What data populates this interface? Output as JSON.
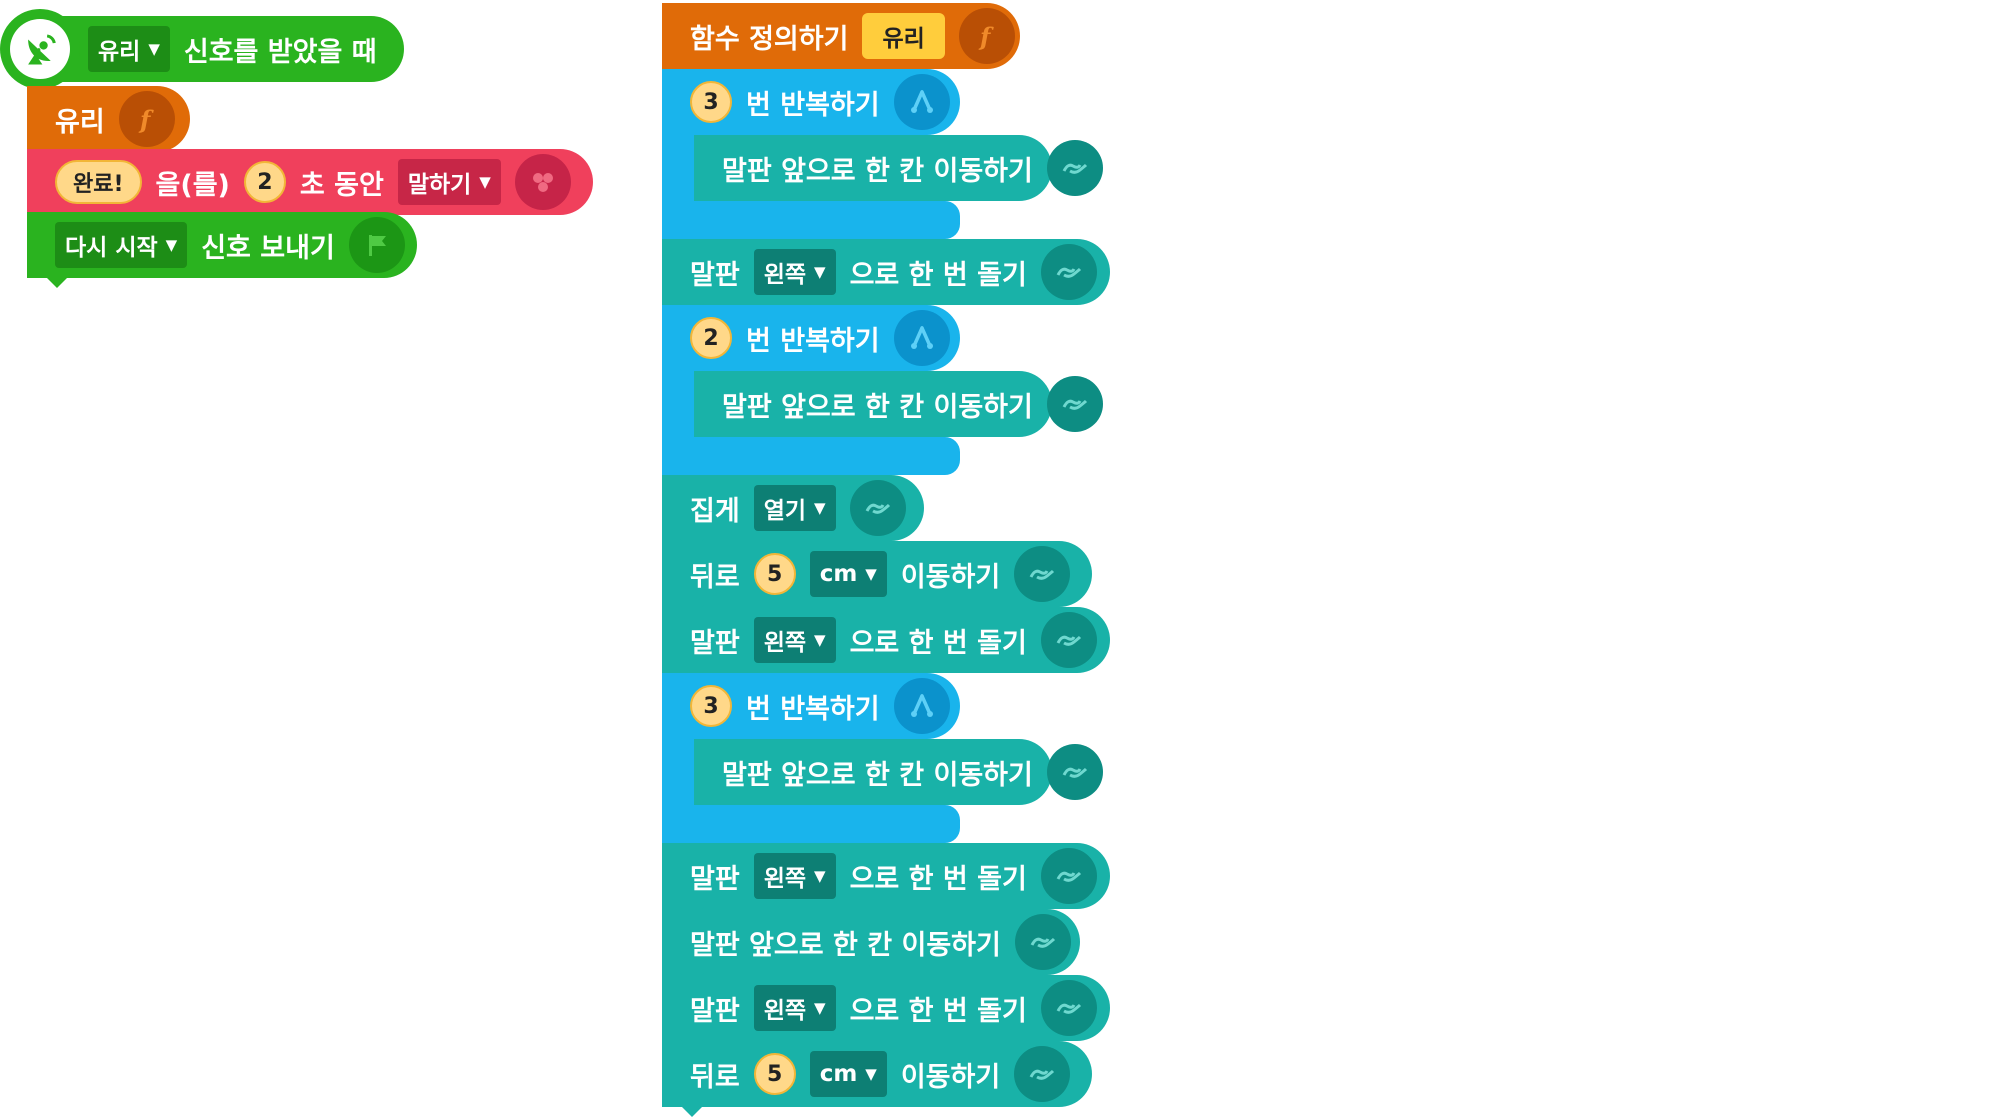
{
  "event": {
    "signal_value": "유리",
    "label": "신호를 받았을 때"
  },
  "call_function": {
    "name": "유리"
  },
  "say": {
    "text": "완료!",
    "particle": "을(를)",
    "seconds": "2",
    "duration_label": "초 동안",
    "mode": "말하기"
  },
  "send_signal": {
    "signal": "다시 시작",
    "label": "신호 보내기"
  },
  "define": {
    "label": "함수 정의하기",
    "name": "유리"
  },
  "program": [
    {
      "kind": "repeat",
      "count": "3",
      "label": "번 반복하기",
      "body": [
        {
          "kind": "forward",
          "label": "말판 앞으로 한 칸 이동하기"
        }
      ]
    },
    {
      "kind": "turn",
      "prefix": "말판",
      "dir": "왼쪽",
      "label": "으로 한 번 돌기"
    },
    {
      "kind": "repeat",
      "count": "2",
      "label": "번 반복하기",
      "body": [
        {
          "kind": "forward",
          "label": "말판 앞으로 한 칸 이동하기"
        }
      ]
    },
    {
      "kind": "gripper",
      "prefix": "집게",
      "action": "열기"
    },
    {
      "kind": "back",
      "prefix": "뒤로",
      "amount": "5",
      "unit": "cm",
      "label": "이동하기"
    },
    {
      "kind": "turn",
      "prefix": "말판",
      "dir": "왼쪽",
      "label": "으로 한 번 돌기"
    },
    {
      "kind": "repeat",
      "count": "3",
      "label": "번 반복하기",
      "body": [
        {
          "kind": "forward",
          "label": "말판 앞으로 한 칸 이동하기"
        }
      ]
    },
    {
      "kind": "turn",
      "prefix": "말판",
      "dir": "왼쪽",
      "label": "으로 한 번 돌기"
    },
    {
      "kind": "forward",
      "label": "말판 앞으로 한 칸 이동하기"
    },
    {
      "kind": "turn",
      "prefix": "말판",
      "dir": "왼쪽",
      "label": "으로 한 번 돌기"
    },
    {
      "kind": "back",
      "prefix": "뒤로",
      "amount": "5",
      "unit": "cm",
      "label": "이동하기"
    }
  ],
  "icons": {
    "event": "satellite-dish-icon",
    "function": "function-f-icon",
    "say": "speech-dots-icon",
    "signal": "flag-icon",
    "repeat": "repeat-branch-icon",
    "hardware": "hardware-link-icon"
  },
  "colors": {
    "event": "#2ab31f",
    "function": "#e06b08",
    "looks": "#f0405c",
    "flow": "#19b4ec",
    "hardware": "#19b2a8",
    "value": "#ffd889"
  }
}
